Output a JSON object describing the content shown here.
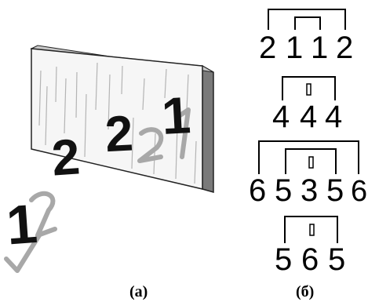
{
  "panel_a": {
    "label": "(а)",
    "digits": [
      "1",
      "2",
      "2",
      "1"
    ]
  },
  "panel_b": {
    "label": "(б)",
    "rows": [
      {
        "digits": [
          "2",
          "1",
          "1",
          "2"
        ]
      },
      {
        "digits": [
          "4",
          "4",
          "4"
        ]
      },
      {
        "digits": [
          "6",
          "5",
          "3",
          "5",
          "6"
        ]
      },
      {
        "digits": [
          "5",
          "6",
          "5"
        ]
      }
    ]
  }
}
